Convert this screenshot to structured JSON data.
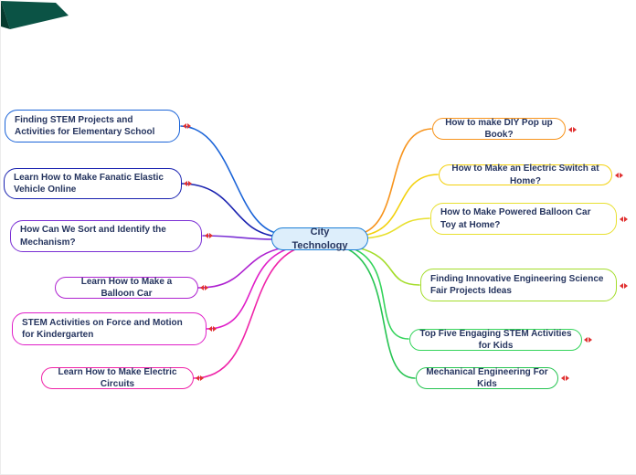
{
  "ui": {
    "text_color": "#26355f",
    "handle_icon": {
      "name": "collapse-handle-icon",
      "color": "#e03131"
    },
    "logo": {
      "name": "app-logo",
      "color_primary": "#0b5345",
      "color_secondary": "#063a2e"
    }
  },
  "central": {
    "label": "City Technology",
    "color": "#1c7ed6",
    "fill": "#ddeefb"
  },
  "branches": {
    "left": [
      {
        "label": "Finding STEM Projects and Activities for Elementary School",
        "color": "#1b64d8"
      },
      {
        "label": "Learn How to Make Fanatic Elastic Vehicle Online",
        "color": "#1a22b0"
      },
      {
        "label": "How Can We Sort and Identify the Mechanism?",
        "color": "#7a2fd4"
      },
      {
        "label": "Learn How to Make a Balloon Car",
        "color": "#ae22d0"
      },
      {
        "label": "STEM Activities on Force and Motion for Kindergarten",
        "color": "#e01ec8"
      },
      {
        "label": "Learn How to Make Electric Circuits",
        "color": "#ef23a8"
      }
    ],
    "right": [
      {
        "label": "How to make DIY Pop up Book?",
        "color": "#f7941d"
      },
      {
        "label": "How to Make an Electric Switch at Home?",
        "color": "#f3d10e"
      },
      {
        "label": "How to Make Powered Balloon Car Toy at Home?",
        "color": "#e8e030"
      },
      {
        "label": "Finding Innovative Engineering Science Fair Projects Ideas",
        "color": "#a4dd2b"
      },
      {
        "label": "Top Five Engaging STEM Activities for Kids",
        "color": "#35d45c"
      },
      {
        "label": "Mechanical Engineering For Kids",
        "color": "#27c452"
      }
    ]
  }
}
